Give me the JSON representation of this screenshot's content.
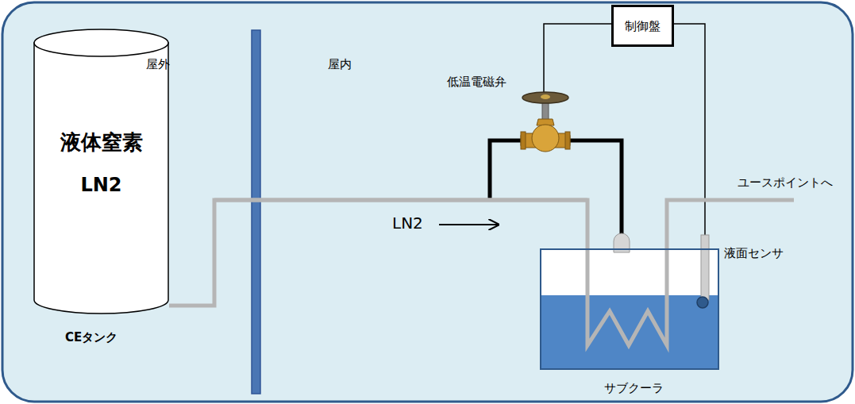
{
  "diagram": {
    "nodes": [
      {
        "text": [
          "液体窒素",
          "LN2",
          "CEタンク"
        ]
      },
      {
        "text": [
          "制御盤"
        ]
      },
      {
        "text": [
          "低温電磁弁"
        ]
      },
      {
        "text": [
          "サブクーラ"
        ]
      }
    ],
    "edges": [
      {
        "from": 0,
        "to": 3,
        "arrow": "none"
      },
      {
        "from": 1,
        "to": 2,
        "arrow": "none"
      },
      {
        "from": 2,
        "to": 3,
        "arrow": "none"
      }
    ],
    "labels": [
      "屋外",
      "屋内",
      "LN2",
      "液面センサ",
      "ユースポイントへ"
    ]
  }
}
